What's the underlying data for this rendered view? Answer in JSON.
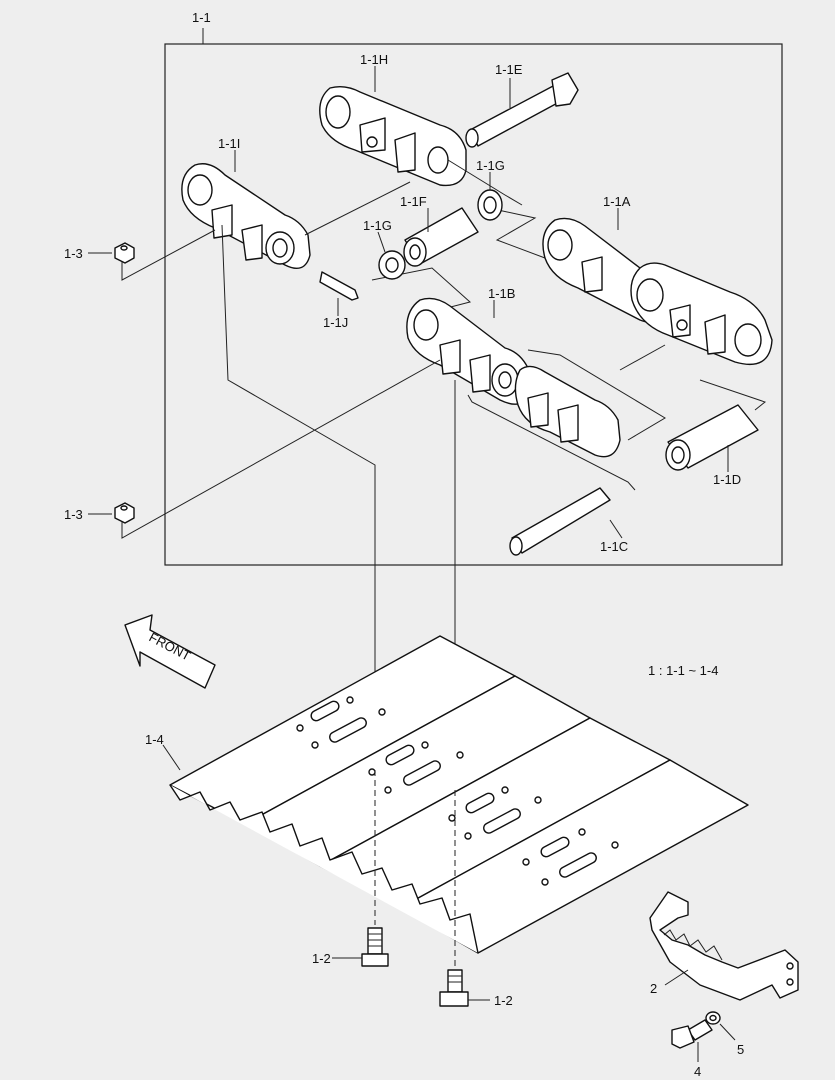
{
  "labels": {
    "assy": "1-1",
    "link_1h": "1-1H",
    "pin_1e": "1-1E",
    "link_1i": "1-1I",
    "seal_1g_top": "1-1G",
    "bush_1f": "1-1F",
    "link_1a": "1-1A",
    "seal_1g_left": "1-1G",
    "nut_1_3_top": "1-3",
    "link_1b": "1-1B",
    "pin_1j": "1-1J",
    "bush_1d": "1-1D",
    "nut_1_3_bottom": "1-3",
    "pin_1c": "1-1C",
    "shoe_1_4": "1-4",
    "bolt_1_2_left": "1-2",
    "bolt_1_2_right": "1-2",
    "guard_2": "2",
    "bolt_4": "4",
    "washer_5": "5",
    "front_arrow": "FRONT",
    "ratio_note": "1 : 1-1 ~ 1-4"
  }
}
